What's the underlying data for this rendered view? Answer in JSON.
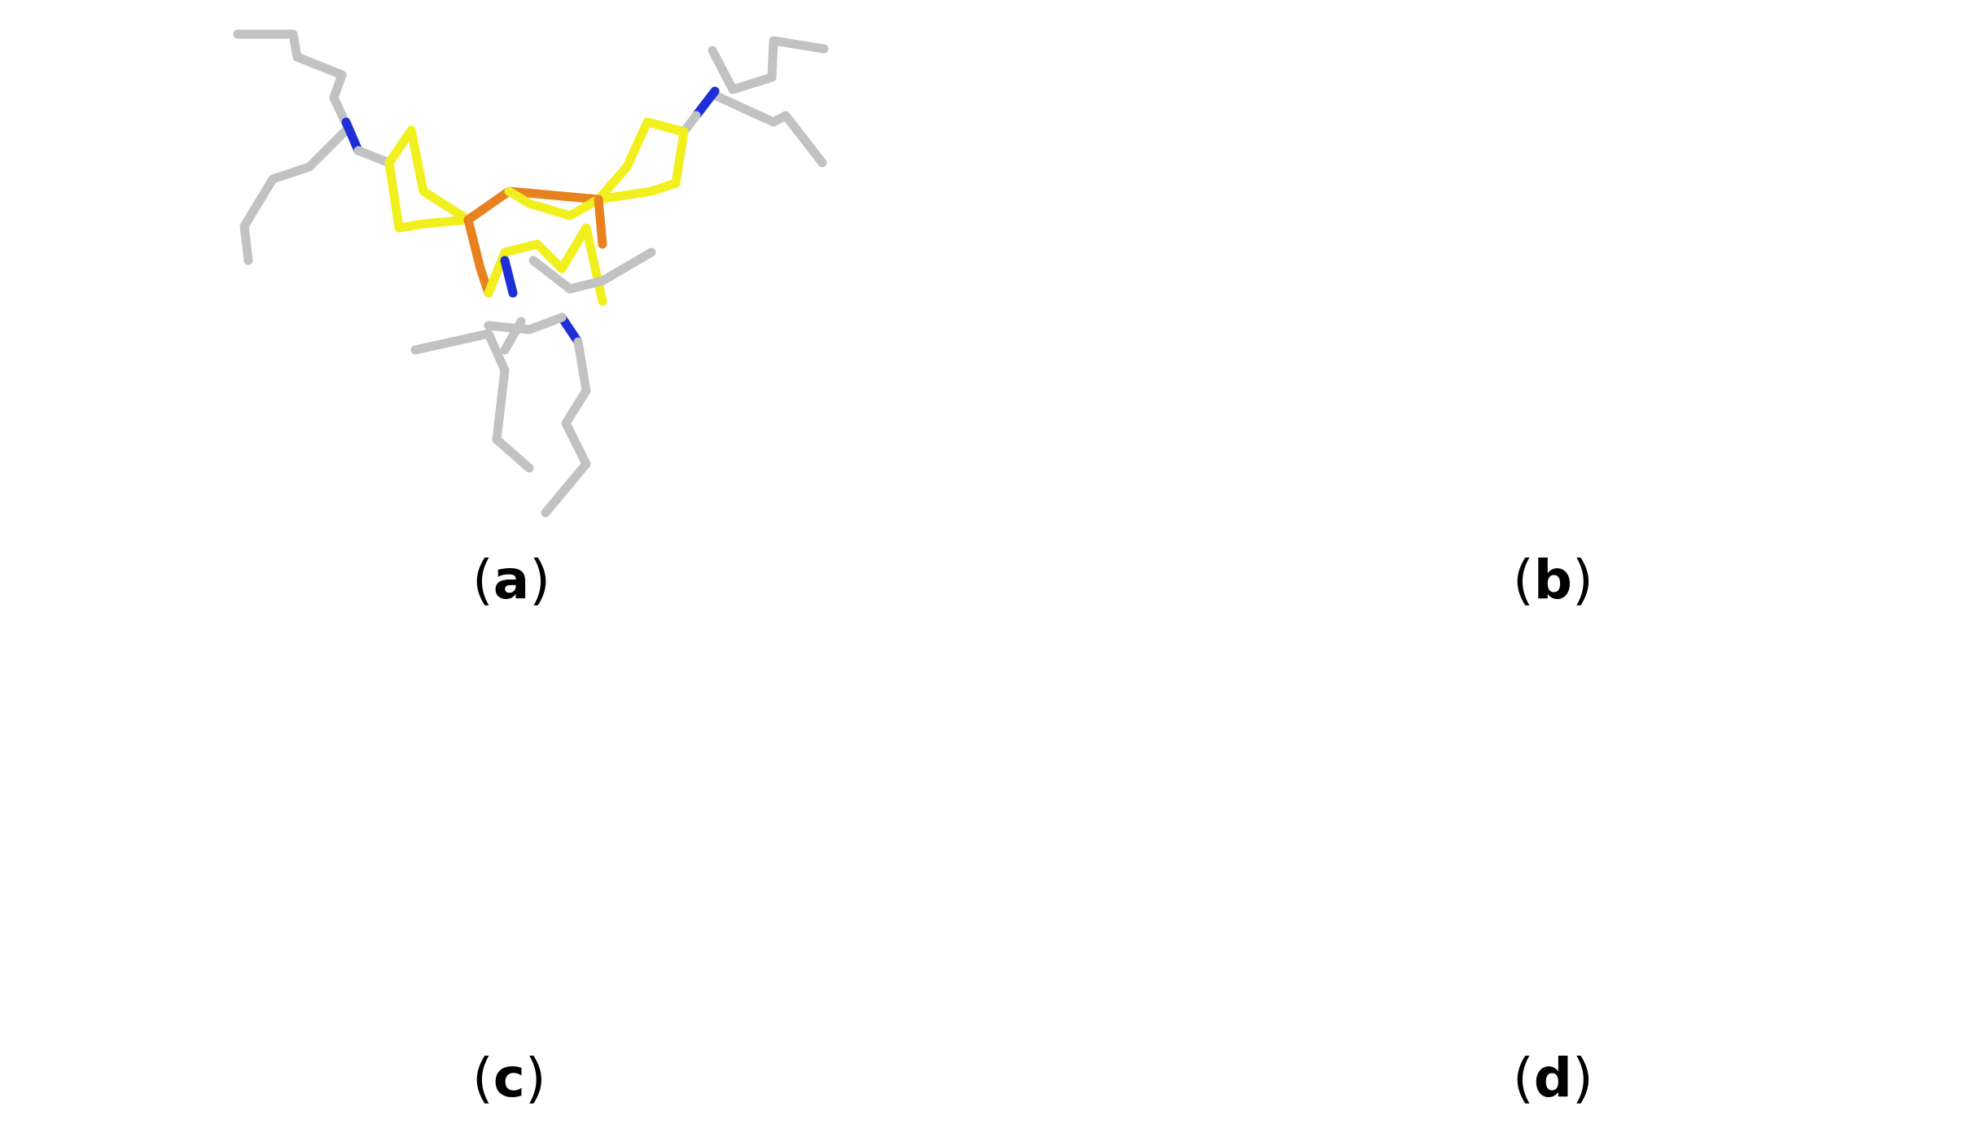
{
  "panels": [
    {
      "id": "a",
      "label_open": "(",
      "label_letter": "a",
      "label_close": ")"
    },
    {
      "id": "b",
      "label_open": "(",
      "label_letter": "b",
      "label_close": ")"
    },
    {
      "id": "c",
      "label_open": "(",
      "label_letter": "c",
      "label_close": ")"
    },
    {
      "id": "d",
      "label_open": "(",
      "label_letter": "d",
      "label_close": ")"
    }
  ],
  "colors": {
    "copper": "#e8821e",
    "sulfur": "#f2ef1e",
    "nitrogen": "#1f2fd6",
    "carbon": "#c2c2c2",
    "oxygen": "#e01b1b",
    "hydrogen": "#e6e6e6"
  }
}
